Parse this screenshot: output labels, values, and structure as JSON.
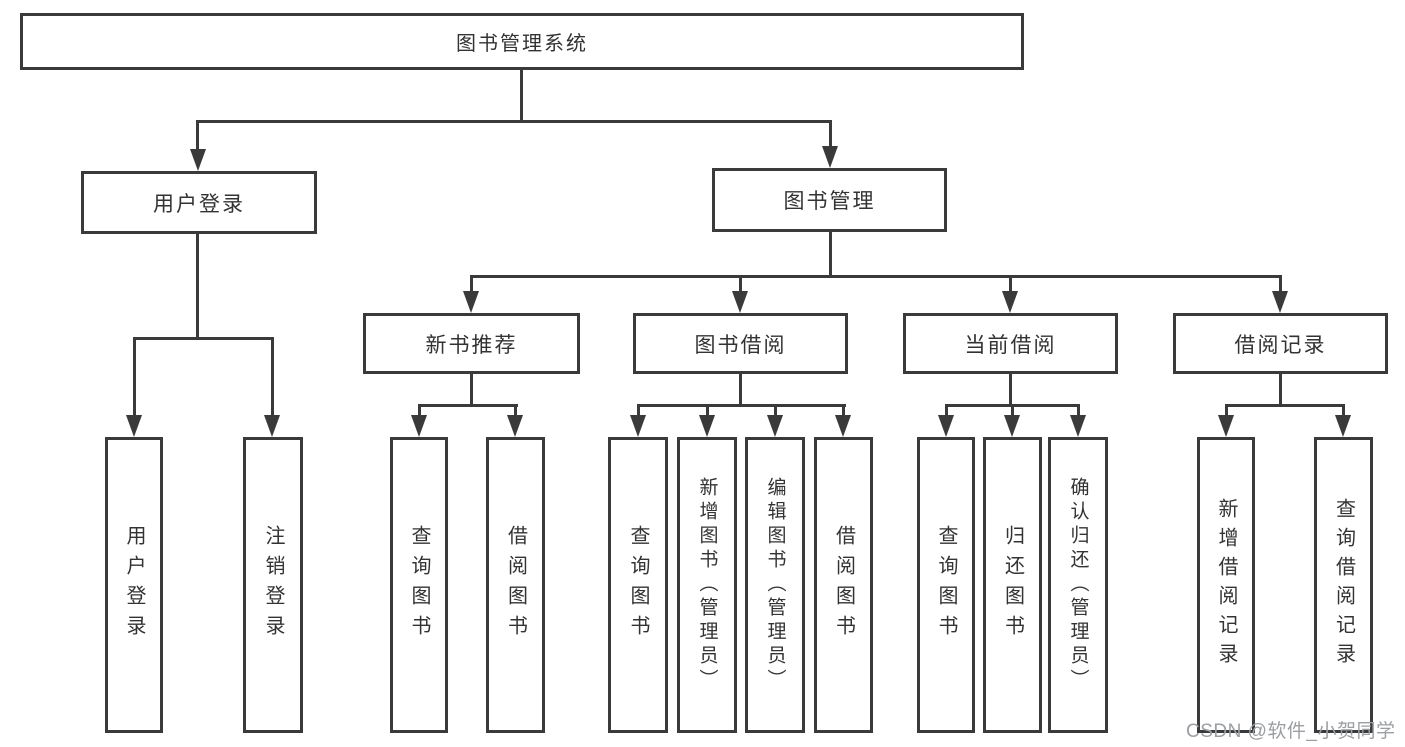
{
  "tree": {
    "root": {
      "label": "图书管理系统"
    },
    "branches": [
      {
        "label": "用户登录",
        "children": [
          {
            "label": "用户登录"
          },
          {
            "label": "注销登录"
          }
        ]
      },
      {
        "label": "图书管理",
        "children": [
          {
            "label": "新书推荐",
            "children": [
              {
                "label": "查询图书"
              },
              {
                "label": "借阅图书"
              }
            ]
          },
          {
            "label": "图书借阅",
            "children": [
              {
                "label": "查询图书"
              },
              {
                "label": "新增图书（管理员）"
              },
              {
                "label": "编辑图书（管理员）"
              },
              {
                "label": "借阅图书"
              }
            ]
          },
          {
            "label": "当前借阅",
            "children": [
              {
                "label": "查询图书"
              },
              {
                "label": "归还图书"
              },
              {
                "label": "确认归还（管理员）"
              }
            ]
          },
          {
            "label": "借阅记录",
            "children": [
              {
                "label": "新增借阅记录"
              },
              {
                "label": "查询借阅记录"
              }
            ]
          }
        ]
      }
    ]
  },
  "watermark": {
    "text": "CSDN @软件_小贺同学"
  },
  "colors": {
    "line": "#3a3a3a",
    "text": "#333333",
    "watermark_text": "#9b9fa3",
    "background": "#ffffff"
  }
}
